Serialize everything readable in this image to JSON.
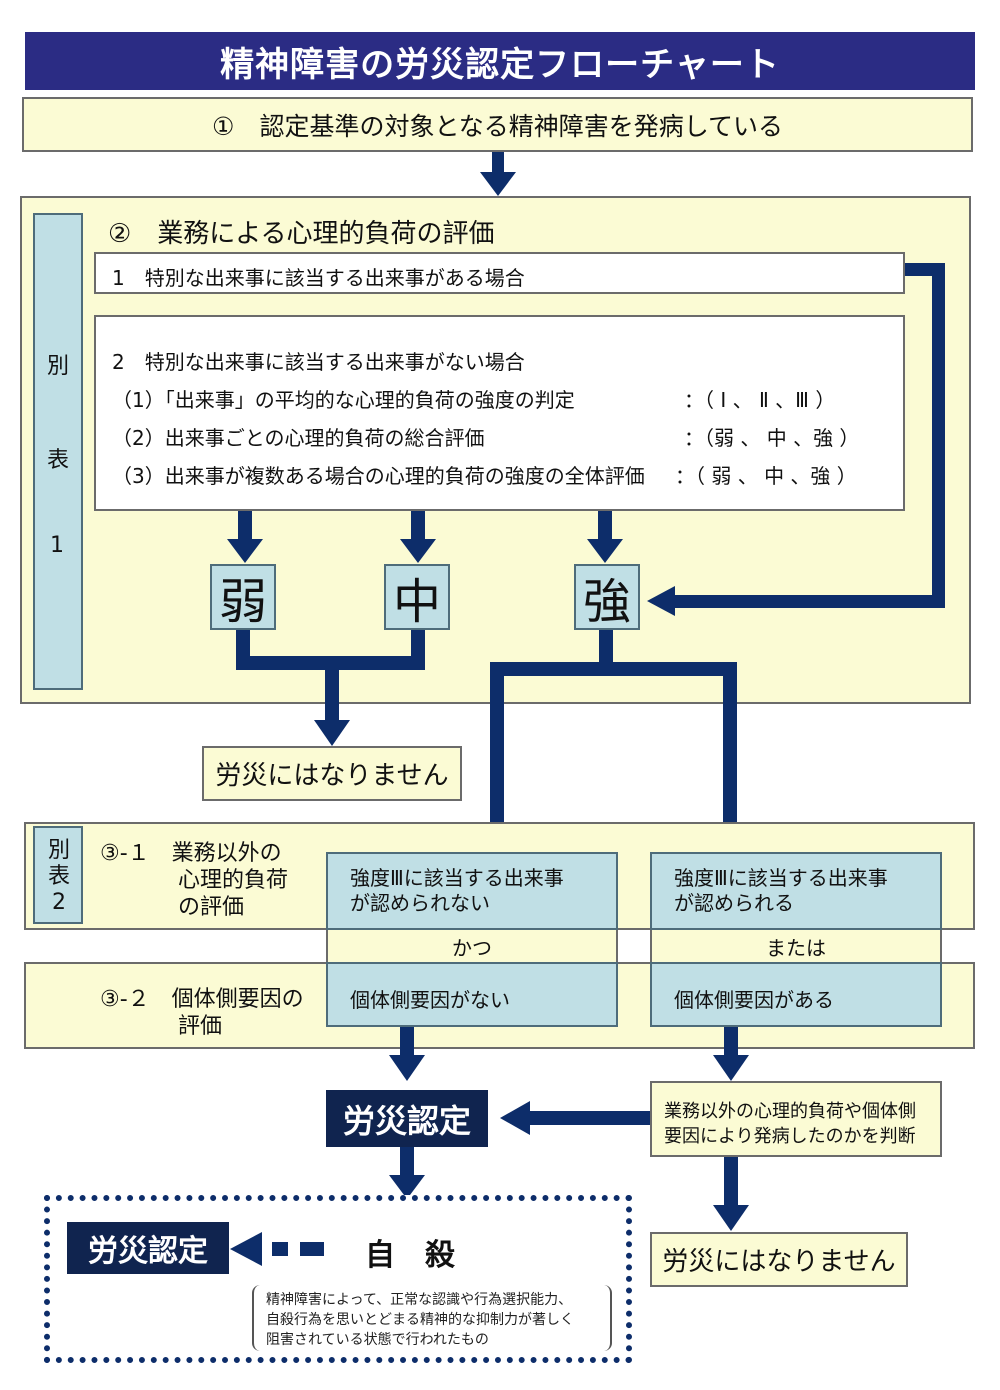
{
  "title": "精神障害の労災認定フローチャート",
  "step1": "①　認定基準の対象となる精神障害を発病している",
  "step2": {
    "heading": "②　業務による心理的負荷の評価",
    "side_label": [
      "別",
      "表",
      "1"
    ],
    "case1": "1　特別な出来事に該当する出来事がある場合",
    "case2": {
      "heading": "2　特別な出来事に該当する出来事がない場合",
      "items": [
        {
          "label": "（1）「出来事」の平均的な心理的負荷の強度の判定",
          "value": "：（ Ⅰ 、 Ⅱ 、Ⅲ ）"
        },
        {
          "label": "（2）出来事ごとの心理的負荷の総合評価",
          "value": "：（弱 、 中 、強 ）"
        },
        {
          "label": "（3）出来事が複数ある場合の心理的負荷の強度の全体評価",
          "value": "：（ 弱 、 中 、強 ）"
        }
      ]
    },
    "levels": {
      "weak": "弱",
      "mid": "中",
      "strong": "強"
    }
  },
  "not_recognized_1": "労災にはなりません",
  "step3": {
    "side_label": "別表2",
    "row1_label": [
      "③-１　業務以外の",
      "心理的負荷",
      "の評価"
    ],
    "row2_label": [
      "③-２　個体側要因の",
      "評価"
    ],
    "left_col": {
      "top": [
        "強度Ⅲに該当する出来事",
        "が認められない"
      ],
      "connector": "かつ",
      "bottom": "個体側要因がない"
    },
    "right_col": {
      "top": [
        "強度Ⅲに該当する出来事",
        "が認められる"
      ],
      "connector": "または",
      "bottom": "個体側要因がある"
    }
  },
  "recognized": "労災認定",
  "judge_box": [
    "業務以外の心理的負荷や個体側",
    "要因により発病したのかを判断"
  ],
  "not_recognized_2": "労災にはなりません",
  "suicide": {
    "recognized": "労災認定",
    "label": "自　殺",
    "note": [
      "精神障害によって、正常な認識や行為選択能力、",
      "自殺行為を思いとどまる精神的な抑制力が著しく",
      "阻害されている状態で行われたもの"
    ]
  }
}
